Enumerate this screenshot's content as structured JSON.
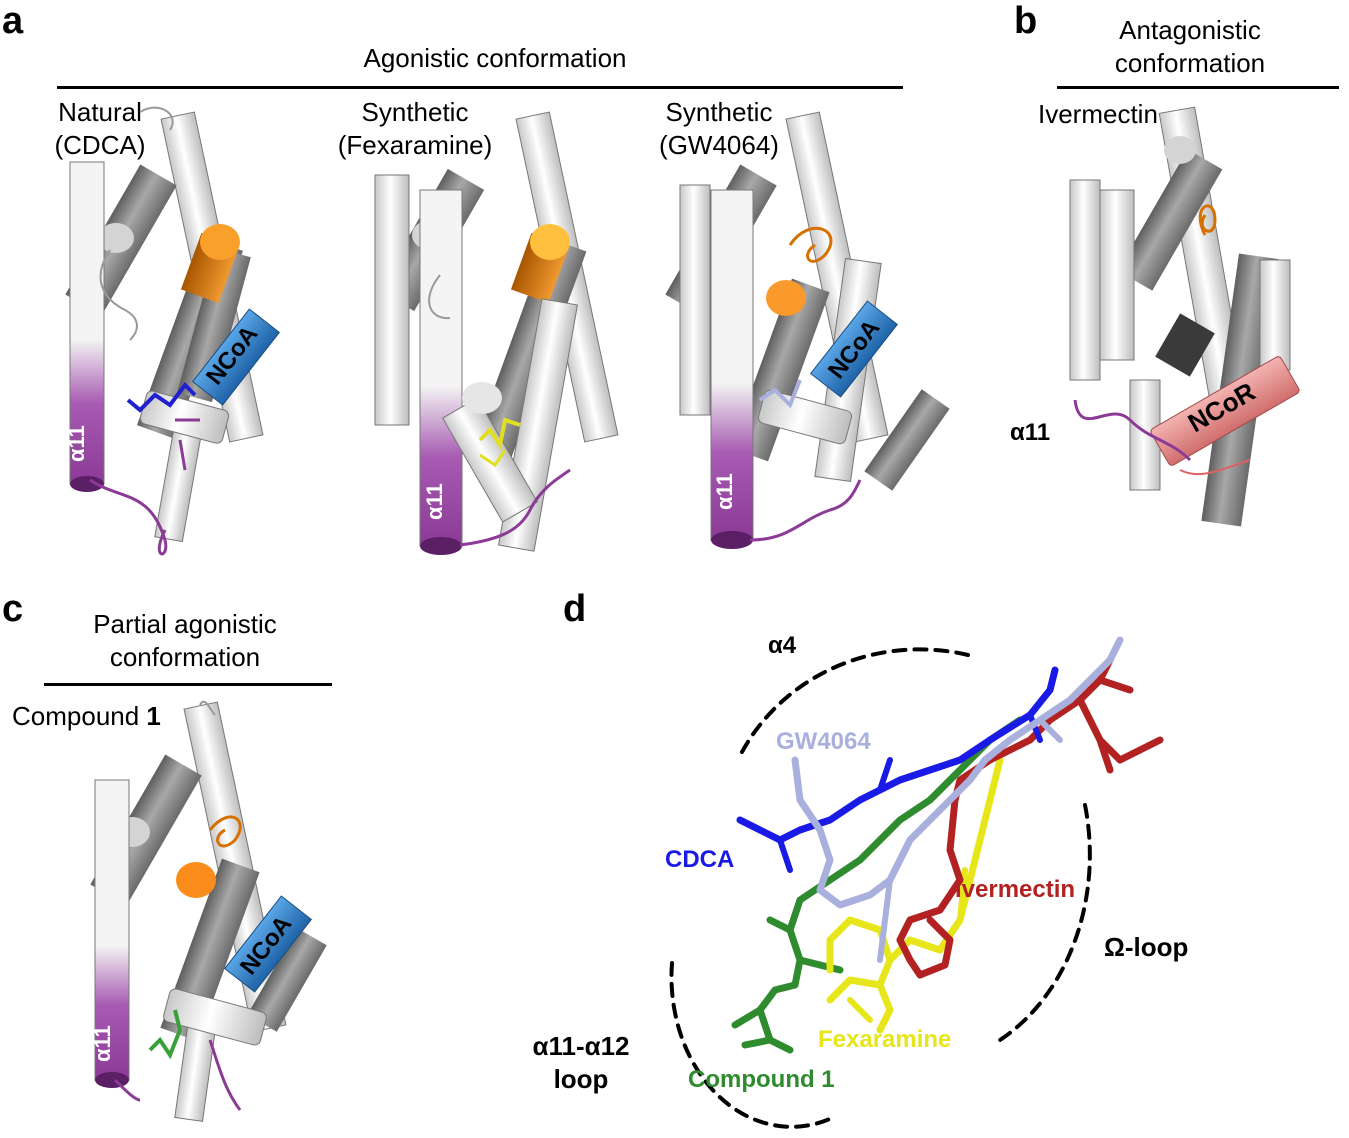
{
  "panels": {
    "a": {
      "label": "a",
      "header": "Agonistic conformation",
      "structures": [
        {
          "line1": "Natural",
          "line2": "(CDCA)",
          "ncoa": "NCoA",
          "helix": "α11"
        },
        {
          "line1": "Synthetic",
          "line2": "(Fexaramine)",
          "helix": "α11"
        },
        {
          "line1": "Synthetic",
          "line2": "(GW4064)",
          "ncoa": "NCoA",
          "helix": "α11"
        }
      ]
    },
    "b": {
      "label": "b",
      "header_line1": "Antagonistic",
      "header_line2": "conformation",
      "ligand": "Ivermectin",
      "ncor": "NCoR",
      "helix": "α11"
    },
    "c": {
      "label": "c",
      "header_line1": "Partial agonistic",
      "header_line2": "conformation",
      "ligand_prefix": "Compound ",
      "ligand_num": "1",
      "ncoa": "NCoA",
      "helix": "α11"
    },
    "d": {
      "label": "d",
      "regions": {
        "a4": "α4",
        "omega": "Ω-loop",
        "loop_line1": "α11-α12",
        "loop_line2": "loop"
      },
      "ligands": [
        {
          "name": "GW4064",
          "color": "#aab0dd"
        },
        {
          "name": "CDCA",
          "color": "#1a1ae6"
        },
        {
          "name": "Ivermectin",
          "color": "#b22222"
        },
        {
          "name": "Fexaramine",
          "color": "#e6e61a"
        },
        {
          "name": "Compound 1",
          "color": "#2e8b2e"
        }
      ]
    }
  },
  "colors": {
    "helix_white": "#eeeeee",
    "helix_gray": "#8c8c8c",
    "alpha11": "#8b3a96",
    "ncoa": "#2f7fc4",
    "ncor": "#e8918f",
    "orange": "#f08c1e"
  }
}
